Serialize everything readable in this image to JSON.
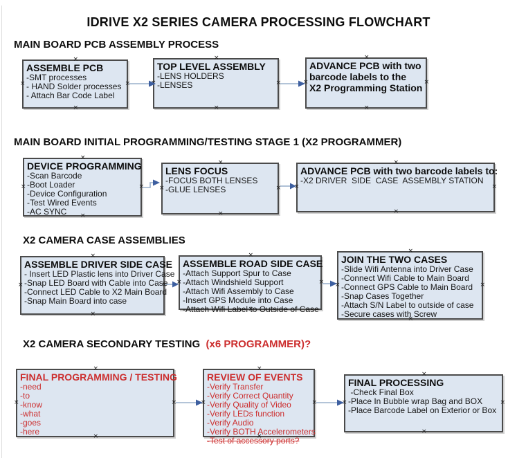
{
  "title": "IDRIVE X2  SERIES CAMERA PROCESSING FLOWCHART",
  "colors": {
    "box_fill": "#dde6f1",
    "box_border": "#4a4a4a",
    "red_text": "#cc2e2e",
    "arrow_line": "#9ab0cb",
    "arrow_head": "#3d5fa0"
  },
  "sections": [
    {
      "header": "MAIN BOARD PCB ASSEMBLY PROCESS",
      "boxes": [
        {
          "title": "ASSEMBLE PCB",
          "items": [
            "-SMT processes",
            "- HAND Solder processes",
            "- Attach Bar Code Label"
          ]
        },
        {
          "title": "TOP LEVEL ASSEMBLY",
          "items": [
            "-LENS HOLDERS",
            "-LENSES"
          ]
        },
        {
          "title": "ADVANCE PCB with two\nbarcode labels to the\n X2 Programming Station",
          "items": []
        }
      ]
    },
    {
      "header": "MAIN BOARD INITIAL PROGRAMMING/TESTING STAGE 1 (X2 PROGRAMMER)",
      "boxes": [
        {
          "title": "DEVICE PROGRAMMING",
          "items": [
            "-Scan Barcode",
            "-Boot Loader",
            "-Device Configuration",
            "-Test Wired Events",
            "-AC SYNC"
          ]
        },
        {
          "title": "LENS FOCUS",
          "items": [
            "-FOCUS BOTH LENSES",
            "-GLUE LENSES"
          ]
        },
        {
          "title": "ADVANCE PCB with two barcode labels to:",
          "items": [
            "-X2 DRIVER  SIDE  CASE  ASSEMBLY STATION"
          ]
        }
      ]
    },
    {
      "header": "X2 CAMERA CASE ASSEMBLIES",
      "boxes": [
        {
          "title": "ASSEMBLE DRIVER SIDE CASE",
          "items": [
            "- Insert LED Plastic lens into Driver Case",
            "-Snap LED Board with Cable into Case",
            "-Connect LED Cable to X2 Main Board",
            "-Snap Main Board into case"
          ]
        },
        {
          "title": "ASSEMBLE ROAD SIDE CASE",
          "items": [
            "-Attach Support Spur to Case",
            "-Attach Windshield Support",
            "-Attach Wifi Assembly to Case",
            "-Insert GPS Module into Case",
            "-Attach Wifi Label to Outside of Case"
          ]
        },
        {
          "title": "JOIN THE TWO CASES",
          "items": [
            "-Slide Wifi Antenna into Driver Case",
            "-Connect Wifi Cable to Main Board",
            "-Connect GPS Cable to Main Board",
            "-Snap Cases Together",
            "-Attach S/N Label to outside of case",
            "-Secure cases with Screw"
          ]
        }
      ]
    },
    {
      "header": "X2 CAMERA SECONDARY TESTING  ",
      "header_red": "(x6 PROGRAMMER)?",
      "boxes": [
        {
          "title": "FINAL PROGRAMMING / TESTING",
          "items": [
            "-need",
            "-to",
            "-know",
            "-what",
            "-goes",
            "-here"
          ]
        },
        {
          "title": "REVIEW OF EVENTS",
          "items": [
            "-Verify Transfer",
            "-Verify Correct Quantity",
            "-Verify Quality of Video",
            "-Verify LEDs function",
            "-Verify Audio",
            "-Verify BOTH Accelerometers",
            "-Test of accessory ports?"
          ]
        },
        {
          "title": "FINAL PROCESSING",
          "items": [
            " -Check Final Box",
            "-Place In Bubble wrap Bag and BOX",
            "-Place Barcode Label on Exterior or Box"
          ]
        }
      ]
    }
  ]
}
